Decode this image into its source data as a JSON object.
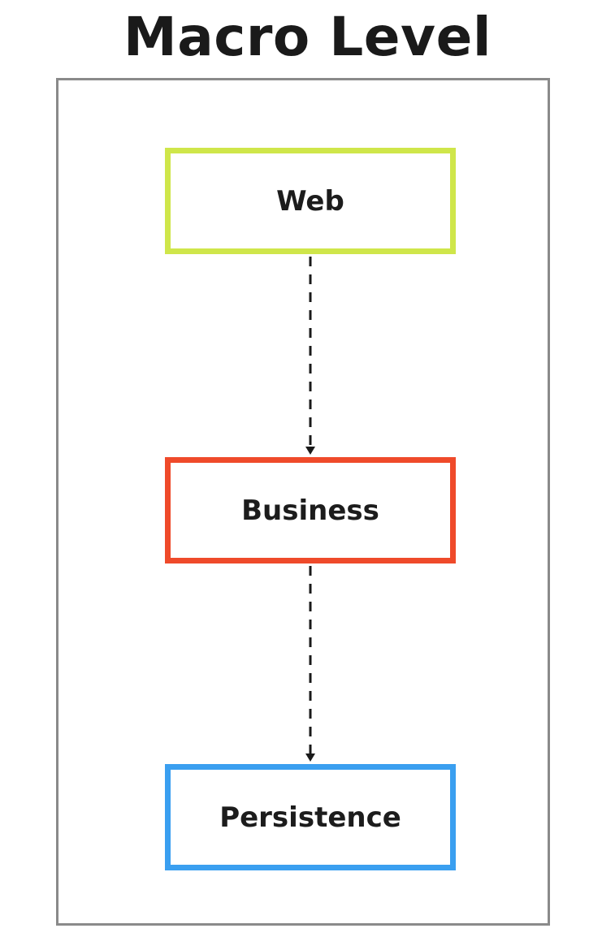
{
  "diagram": {
    "title": "Macro Level",
    "layers": [
      {
        "id": "web",
        "label": "Web",
        "border_color": "#cfe64a"
      },
      {
        "id": "business",
        "label": "Business",
        "border_color": "#ef4a2a"
      },
      {
        "id": "persistence",
        "label": "Persistence",
        "border_color": "#3a9ff0"
      }
    ],
    "edges": [
      {
        "from": "web",
        "to": "business",
        "style": "dashed",
        "arrow": "end"
      },
      {
        "from": "business",
        "to": "persistence",
        "style": "dashed",
        "arrow": "end"
      }
    ]
  }
}
